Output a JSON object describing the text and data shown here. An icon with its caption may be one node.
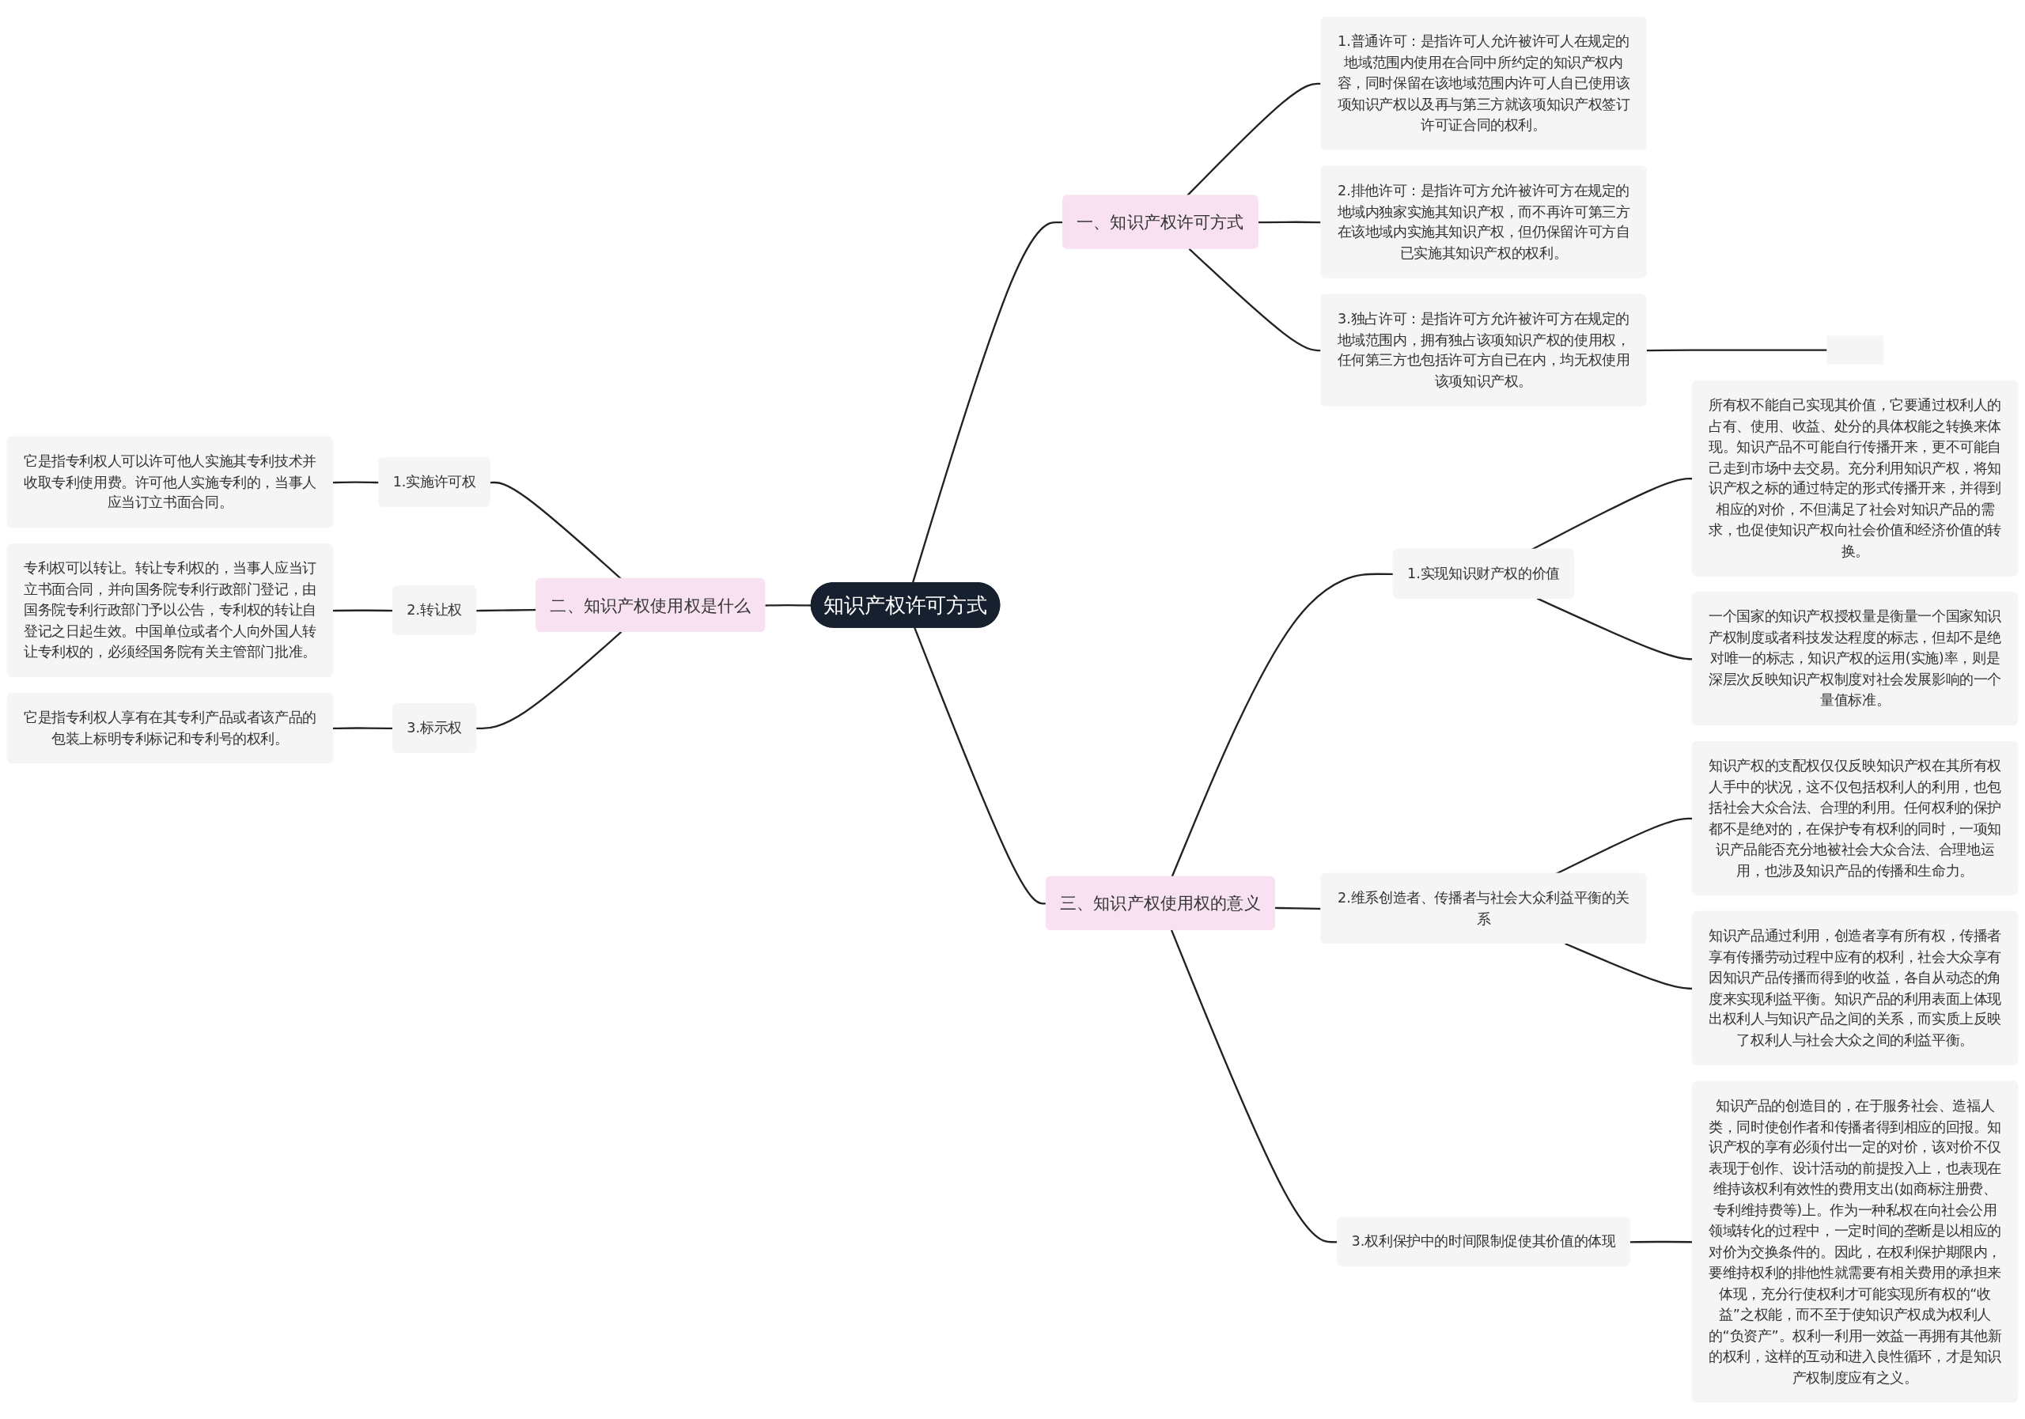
{
  "diagram": {
    "nodes": [
      {
        "text": [
          "知识产权许可方式"
        ]
      },
      {
        "text": [
          "一、知识产权许可方式"
        ]
      },
      {
        "text": [
          "1.普通许可：是指许可人允许被许可人在规定的地域范围内使用在合同中所约定的知识产权内容，同时保留在该地域范围内许可人自已使用该项知识产权以及再与第三方就该项知识产权签订许可证合同的权利。"
        ]
      },
      {
        "text": [
          "2.排他许可：是指许可方允许被许可方在规定的地域内独家实施其知识产权，而不再许可第三方在该地域内实施其知识产权，但仍保留许可方自已实施其知识产权的权利。"
        ]
      },
      {
        "text": [
          "3.独占许可：是指许可方允许被许可方在规定的地域范围内，拥有独占该项知识产权的使用权，任何第三方也包括许可方自已在内，均无权使用该项知识产权。"
        ]
      },
      {
        "text": [],
        "shape": "box"
      },
      {
        "text": [
          "二、知识产权使用权是什么"
        ]
      },
      {
        "text": [
          "1.实施许可权"
        ]
      },
      {
        "text": [
          "它是指专利权人可以许可他人实施其专利技术并收取专利使用费。许可他人实施专利的，当事人应当订立书面合同。"
        ]
      },
      {
        "text": [
          "2.转让权"
        ]
      },
      {
        "text": [
          "专利权可以转让。转让专利权的，当事人应当订立书面合同，并向国务院专利行政部门登记，由国务院专利行政部门予以公告，专利权的转让自登记之日起生效。中国单位或者个人向外国人转让专利权的，必须经国务院有关主管部门批准。"
        ]
      },
      {
        "text": [
          "3.标示权"
        ]
      },
      {
        "text": [
          "它是指专利权人享有在其专利产品或者该产品的包装上标明专利标记和专利号的权利。"
        ]
      },
      {
        "text": [
          "三、知识产权使用权的意义"
        ]
      },
      {
        "text": [
          "1.实现知识财产权的价值"
        ]
      },
      {
        "text": [
          "所有权不能自己实现其价值，它要通过权利人的占有、使用、收益、处分的具体权能之转换来体现。知识产品不可能自行传播开来，更不可能自己走到市场中去交易。充分利用知识产权，将知识产权之标的通过特定的形式传播开来，并得到相应的对价，不但满足了社会对知识产品的需求，也促使知识产权向社会价值和经济价值的转换。"
        ]
      },
      {
        "text": [
          "一个国家的知识产权授权量是衡量一个国家知识产权制度或者科技发达程度的标志，但却不是绝对唯一的标志，知识产权的运用(实施)率，则是深层次反映知识产权制度对社会发展影响的一个量值标准。"
        ]
      },
      {
        "text": [
          "2.维系创造者、传播者与社会大众利益平衡的关系"
        ]
      },
      {
        "text": [
          "知识产权的支配权仅仅反映知识产权在其所有权人手中的状况，这不仅包括权利人的利用，也包括社会大众合法、合理的利用。任何权利的保护都不是绝对的，在保护专有权利的同时，一项知识产品能否充分地被社会大众合法、合理地运用，也涉及知识产品的传播和生命力。"
        ]
      },
      {
        "text": [
          "知识产品通过利用，创造者享有所有权，传播者享有传播劳动过程中应有的权利，社会大众享有因知识产品传播而得到的收益，各自从动态的角度来实现利益平衡。知识产品的利用表面上体现出权利人与知识产品之间的关系，而实质上反映了权利人与社会大众之间的利益平衡。"
        ]
      },
      {
        "text": [
          "3.权利保护中的时间限制促使其价值的体现"
        ]
      },
      {
        "text": [
          "知识产品的创造目的，在于服务社会、造福人类，同时使创作者和传播者得到相应的回报。知识产权的享有必须付出一定的对价，该对价不仅表现于创作、设计活动的前提投入上，也表现在维持该权利有效性的费用支出(如商标注册费、专利维持费等)上。作为一种私权在向社会公用领域转化的过程中，一定时间的垄断是以相应的对价为交换条件的。因此，在权利保护期限内，要维持权利的排他性就需要有相关费用的承担来体现，充分行使权利才可能实现所有权的“收益”之权能，而不至于使知识产权成为权利人的“负资产”。权利一利用一效益一再拥有其他新的权利，这样的互动和进入良性循环，才是知识产权制度应有之义。"
        ]
      }
    ],
    "edges": [
      {
        "from": 0,
        "to": 1,
        "arrow": "none"
      },
      {
        "from": 1,
        "to": 2,
        "arrow": "none"
      },
      {
        "from": 1,
        "to": 3,
        "arrow": "none"
      },
      {
        "from": 1,
        "to": 4,
        "arrow": "none"
      },
      {
        "from": 4,
        "to": 5,
        "arrow": "none"
      },
      {
        "from": 6,
        "to": 0,
        "arrow": "none"
      },
      {
        "from": 7,
        "to": 6,
        "arrow": "none"
      },
      {
        "from": 8,
        "to": 7,
        "arrow": "none"
      },
      {
        "from": 9,
        "to": 6,
        "arrow": "none"
      },
      {
        "from": 10,
        "to": 9,
        "arrow": "none"
      },
      {
        "from": 11,
        "to": 6,
        "arrow": "none"
      },
      {
        "from": 12,
        "to": 11,
        "arrow": "none"
      },
      {
        "from": 0,
        "to": 13,
        "arrow": "none"
      },
      {
        "from": 13,
        "to": 14,
        "arrow": "none"
      },
      {
        "from": 14,
        "to": 15,
        "arrow": "none"
      },
      {
        "from": 14,
        "to": 16,
        "arrow": "none"
      },
      {
        "from": 13,
        "to": 17,
        "arrow": "none"
      },
      {
        "from": 17,
        "to": 18,
        "arrow": "none"
      },
      {
        "from": 17,
        "to": 19,
        "arrow": "none"
      },
      {
        "from": 13,
        "to": 20,
        "arrow": "none"
      },
      {
        "from": 20,
        "to": 21,
        "arrow": "none"
      }
    ]
  }
}
